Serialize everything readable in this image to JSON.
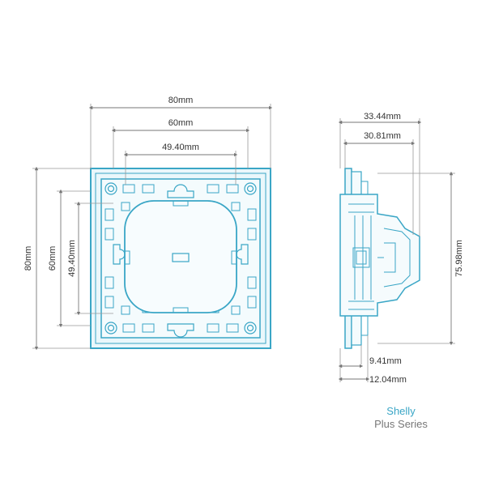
{
  "front_view": {
    "width_outer": "80mm",
    "width_mid": "60mm",
    "width_inner": "49.40mm",
    "height_outer": "80mm",
    "height_mid": "60mm",
    "height_inner": "49.40mm"
  },
  "side_view": {
    "depth_total": "33.44mm",
    "depth_body": "30.81mm",
    "height": "75.98mm",
    "plate_inner": "9.41mm",
    "plate_outer": "12.04mm"
  },
  "brand": {
    "name": "Shelly",
    "series": "Plus Series"
  },
  "colors": {
    "drawing": "#3aa6c6",
    "drawing_fill": "#e8f6fa",
    "dimension": "#888888",
    "brand_accent": "#3aa6c6"
  }
}
